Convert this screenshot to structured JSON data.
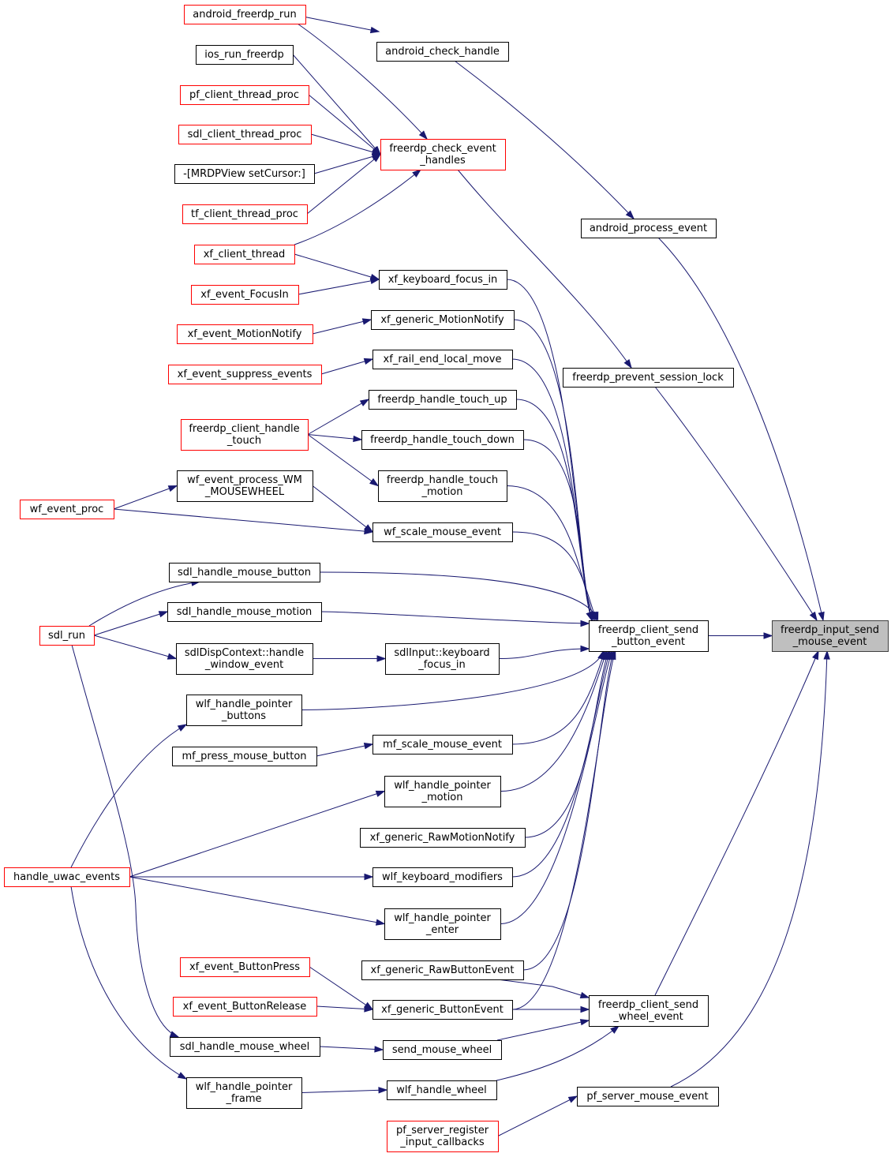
{
  "nodes": [
    {
      "id": "target",
      "lines": [
        "freerdp_input_send",
        "_mouse_event"
      ],
      "style": "focus"
    },
    {
      "id": "send_button",
      "lines": [
        "freerdp_client_send",
        "_button_event"
      ],
      "style": "normal"
    },
    {
      "id": "send_wheel",
      "lines": [
        "freerdp_client_send",
        "_wheel_event"
      ],
      "style": "normal"
    },
    {
      "id": "android_process",
      "lines": [
        "android_process_event"
      ],
      "style": "normal"
    },
    {
      "id": "prevent_lock",
      "lines": [
        "freerdp_prevent_session_lock"
      ],
      "style": "normal"
    },
    {
      "id": "pf_mouse",
      "lines": [
        "pf_server_mouse_event"
      ],
      "style": "normal"
    },
    {
      "id": "android_check",
      "lines": [
        "android_check_handle"
      ],
      "style": "normal"
    },
    {
      "id": "check_handles",
      "lines": [
        "freerdp_check_event",
        "_handles"
      ],
      "style": "truncated"
    },
    {
      "id": "android_run",
      "lines": [
        "android_freerdp_run"
      ],
      "style": "truncated"
    },
    {
      "id": "ios_run",
      "lines": [
        "ios_run_freerdp"
      ],
      "style": "normal"
    },
    {
      "id": "pf_thread",
      "lines": [
        "pf_client_thread_proc"
      ],
      "style": "truncated"
    },
    {
      "id": "sdl_thread",
      "lines": [
        "sdl_client_thread_proc"
      ],
      "style": "truncated"
    },
    {
      "id": "mrdp",
      "lines": [
        "-[MRDPView setCursor:]"
      ],
      "style": "normal"
    },
    {
      "id": "tf_thread",
      "lines": [
        "tf_client_thread_proc"
      ],
      "style": "truncated"
    },
    {
      "id": "xf_client_thread",
      "lines": [
        "xf_client_thread"
      ],
      "style": "truncated"
    },
    {
      "id": "xf_focus_in",
      "lines": [
        "xf_keyboard_focus_in"
      ],
      "style": "normal"
    },
    {
      "id": "xf_event_focusin",
      "lines": [
        "xf_event_FocusIn"
      ],
      "style": "truncated"
    },
    {
      "id": "xf_generic_motion",
      "lines": [
        "xf_generic_MotionNotify"
      ],
      "style": "normal"
    },
    {
      "id": "xf_event_motion",
      "lines": [
        "xf_event_MotionNotify"
      ],
      "style": "truncated"
    },
    {
      "id": "xf_rail_end",
      "lines": [
        "xf_rail_end_local_move"
      ],
      "style": "normal"
    },
    {
      "id": "xf_suppress",
      "lines": [
        "xf_event_suppress_events"
      ],
      "style": "truncated"
    },
    {
      "id": "touch_up",
      "lines": [
        "freerdp_handle_touch_up"
      ],
      "style": "normal"
    },
    {
      "id": "touch_down",
      "lines": [
        "freerdp_handle_touch_down"
      ],
      "style": "normal"
    },
    {
      "id": "touch_motion",
      "lines": [
        "freerdp_handle_touch",
        "_motion"
      ],
      "style": "normal"
    },
    {
      "id": "client_touch",
      "lines": [
        "freerdp_client_handle",
        "_touch"
      ],
      "style": "truncated"
    },
    {
      "id": "wf_wm_wheel",
      "lines": [
        "wf_event_process_WM",
        "_MOUSEWHEEL"
      ],
      "style": "normal"
    },
    {
      "id": "wf_event_proc",
      "lines": [
        "wf_event_proc"
      ],
      "style": "truncated"
    },
    {
      "id": "wf_scale",
      "lines": [
        "wf_scale_mouse_event"
      ],
      "style": "normal"
    },
    {
      "id": "sdl_mouse_button",
      "lines": [
        "sdl_handle_mouse_button"
      ],
      "style": "normal"
    },
    {
      "id": "sdl_mouse_motion",
      "lines": [
        "sdl_handle_mouse_motion"
      ],
      "style": "normal"
    },
    {
      "id": "sdl_run",
      "lines": [
        "sdl_run"
      ],
      "style": "truncated"
    },
    {
      "id": "sdl_disp",
      "lines": [
        "sdlDispContext::handle",
        "_window_event"
      ],
      "style": "normal"
    },
    {
      "id": "sdl_input_focus",
      "lines": [
        "sdlInput::keyboard",
        "_focus_in"
      ],
      "style": "normal"
    },
    {
      "id": "wlf_buttons",
      "lines": [
        "wlf_handle_pointer",
        "_buttons"
      ],
      "style": "normal"
    },
    {
      "id": "mf_press",
      "lines": [
        "mf_press_mouse_button"
      ],
      "style": "normal"
    },
    {
      "id": "mf_scale",
      "lines": [
        "mf_scale_mouse_event"
      ],
      "style": "normal"
    },
    {
      "id": "wlf_motion",
      "lines": [
        "wlf_handle_pointer",
        "_motion"
      ],
      "style": "normal"
    },
    {
      "id": "xf_raw_motion",
      "lines": [
        "xf_generic_RawMotionNotify"
      ],
      "style": "normal"
    },
    {
      "id": "uwac",
      "lines": [
        "handle_uwac_events"
      ],
      "style": "truncated"
    },
    {
      "id": "wlf_kbd_mod",
      "lines": [
        "wlf_keyboard_modifiers"
      ],
      "style": "normal"
    },
    {
      "id": "wlf_enter",
      "lines": [
        "wlf_handle_pointer",
        "_enter"
      ],
      "style": "normal"
    },
    {
      "id": "xf_raw_button",
      "lines": [
        "xf_generic_RawButtonEvent"
      ],
      "style": "normal"
    },
    {
      "id": "xf_btn_press",
      "lines": [
        "xf_event_ButtonPress"
      ],
      "style": "truncated"
    },
    {
      "id": "xf_btn_release",
      "lines": [
        "xf_event_ButtonRelease"
      ],
      "style": "truncated"
    },
    {
      "id": "xf_generic_button",
      "lines": [
        "xf_generic_ButtonEvent"
      ],
      "style": "normal"
    },
    {
      "id": "sdl_wheel",
      "lines": [
        "sdl_handle_mouse_wheel"
      ],
      "style": "normal"
    },
    {
      "id": "send_mouse_wheel",
      "lines": [
        "send_mouse_wheel"
      ],
      "style": "normal"
    },
    {
      "id": "wlf_frame",
      "lines": [
        "wlf_handle_pointer",
        "_frame"
      ],
      "style": "normal"
    },
    {
      "id": "wlf_wheel",
      "lines": [
        "wlf_handle_wheel"
      ],
      "style": "normal"
    },
    {
      "id": "pf_register",
      "lines": [
        "pf_server_register",
        "_input_callbacks"
      ],
      "style": "truncated"
    }
  ],
  "edges": [
    {
      "from": "send_button",
      "to": "target"
    },
    {
      "from": "android_process",
      "to": "target"
    },
    {
      "from": "prevent_lock",
      "to": "target"
    },
    {
      "from": "send_wheel",
      "to": "target"
    },
    {
      "from": "pf_mouse",
      "to": "target"
    },
    {
      "from": "android_check",
      "to": "android_process"
    },
    {
      "from": "android_run",
      "to": "android_check"
    },
    {
      "from": "check_handles",
      "to": "prevent_lock"
    },
    {
      "from": "android_run",
      "to": "check_handles"
    },
    {
      "from": "ios_run",
      "to": "check_handles"
    },
    {
      "from": "pf_thread",
      "to": "check_handles"
    },
    {
      "from": "sdl_thread",
      "to": "check_handles"
    },
    {
      "from": "mrdp",
      "to": "check_handles"
    },
    {
      "from": "tf_thread",
      "to": "check_handles"
    },
    {
      "from": "xf_client_thread",
      "to": "check_handles"
    },
    {
      "from": "xf_client_thread",
      "to": "xf_focus_in"
    },
    {
      "from": "xf_event_focusin",
      "to": "xf_focus_in"
    },
    {
      "from": "xf_focus_in",
      "to": "send_button"
    },
    {
      "from": "xf_event_motion",
      "to": "xf_generic_motion"
    },
    {
      "from": "xf_generic_motion",
      "to": "send_button"
    },
    {
      "from": "xf_suppress",
      "to": "xf_rail_end"
    },
    {
      "from": "xf_rail_end",
      "to": "send_button"
    },
    {
      "from": "client_touch",
      "to": "touch_up"
    },
    {
      "from": "client_touch",
      "to": "touch_down"
    },
    {
      "from": "client_touch",
      "to": "touch_motion"
    },
    {
      "from": "touch_up",
      "to": "send_button"
    },
    {
      "from": "touch_down",
      "to": "send_button"
    },
    {
      "from": "touch_motion",
      "to": "send_button"
    },
    {
      "from": "wf_event_proc",
      "to": "wf_wm_wheel"
    },
    {
      "from": "wf_event_proc",
      "to": "wf_scale"
    },
    {
      "from": "wf_wm_wheel",
      "to": "wf_scale"
    },
    {
      "from": "wf_scale",
      "to": "send_button"
    },
    {
      "from": "sdl_mouse_button",
      "to": "send_button"
    },
    {
      "from": "sdl_mouse_motion",
      "to": "send_button"
    },
    {
      "from": "sdl_run",
      "to": "sdl_mouse_button"
    },
    {
      "from": "sdl_run",
      "to": "sdl_mouse_motion"
    },
    {
      "from": "sdl_run",
      "to": "sdl_disp"
    },
    {
      "from": "sdl_run",
      "to": "sdl_wheel"
    },
    {
      "from": "sdl_disp",
      "to": "sdl_input_focus"
    },
    {
      "from": "sdl_input_focus",
      "to": "send_button"
    },
    {
      "from": "wlf_buttons",
      "to": "send_button"
    },
    {
      "from": "mf_press",
      "to": "mf_scale"
    },
    {
      "from": "mf_scale",
      "to": "send_button"
    },
    {
      "from": "wlf_motion",
      "to": "send_button"
    },
    {
      "from": "xf_raw_motion",
      "to": "send_button"
    },
    {
      "from": "uwac",
      "to": "wlf_buttons"
    },
    {
      "from": "uwac",
      "to": "wlf_motion"
    },
    {
      "from": "uwac",
      "to": "wlf_kbd_mod"
    },
    {
      "from": "uwac",
      "to": "wlf_enter"
    },
    {
      "from": "uwac",
      "to": "wlf_frame"
    },
    {
      "from": "wlf_kbd_mod",
      "to": "send_button"
    },
    {
      "from": "wlf_enter",
      "to": "send_button"
    },
    {
      "from": "xf_raw_button",
      "to": "send_button"
    },
    {
      "from": "xf_raw_button",
      "to": "send_wheel"
    },
    {
      "from": "xf_btn_press",
      "to": "xf_generic_button"
    },
    {
      "from": "xf_btn_release",
      "to": "xf_generic_button"
    },
    {
      "from": "xf_generic_button",
      "to": "send_button"
    },
    {
      "from": "xf_generic_button",
      "to": "send_wheel"
    },
    {
      "from": "sdl_wheel",
      "to": "send_mouse_wheel"
    },
    {
      "from": "send_mouse_wheel",
      "to": "send_wheel"
    },
    {
      "from": "wlf_frame",
      "to": "wlf_wheel"
    },
    {
      "from": "wlf_wheel",
      "to": "send_wheel"
    },
    {
      "from": "pf_register",
      "to": "pf_mouse"
    }
  ]
}
